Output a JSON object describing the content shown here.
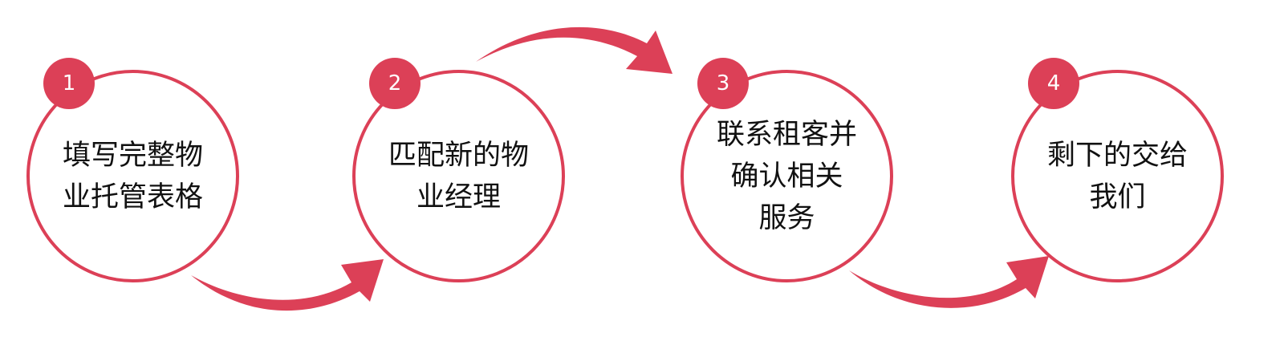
{
  "accent_color": "#dc4057",
  "text_color": "#111111",
  "steps": [
    {
      "number": "1",
      "lines": [
        "填写完整物",
        "业托管表格"
      ]
    },
    {
      "number": "2",
      "lines": [
        "匹配新的物",
        "业经理"
      ]
    },
    {
      "number": "3",
      "lines": [
        "联系租客并",
        "确认相关",
        "服务"
      ]
    },
    {
      "number": "4",
      "lines": [
        "剩下的交给",
        "我们"
      ]
    }
  ],
  "connectors": [
    {
      "from": "1",
      "to": "2",
      "icon": "curved-arrow-icon"
    },
    {
      "from": "2",
      "to": "3",
      "icon": "curved-arrow-icon"
    },
    {
      "from": "3",
      "to": "4",
      "icon": "curved-arrow-icon"
    }
  ]
}
